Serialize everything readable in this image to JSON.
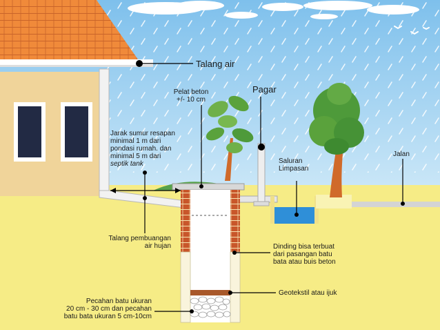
{
  "labels": {
    "talang_air": "Talang air",
    "pelat_beton_l1": "Pelat beton",
    "pelat_beton_l2": "+/- 10 cm",
    "pagar": "Pagar",
    "jarak_l1": "Jarak sumur resapan",
    "jarak_l2": "minimal 1 m dari",
    "jarak_l3": "pondasi rumah. dan",
    "jarak_l4": "minimal 5 m dari",
    "jarak_l5": "septik tank",
    "saluran_l1": "Saluran",
    "saluran_l2": "Limpasan",
    "jalan": "Jalan",
    "talang_pembuangan_l1": "Talang pembuangan",
    "talang_pembuangan_l2": "air hujan",
    "dinding_l1": "Dinding bisa terbuat",
    "dinding_l2": "dari pasangan batu",
    "dinding_l3": "bata atau buis beton",
    "geotekstil": "Geotekstil atau ijuk",
    "pecahan_l1": "Pecahan batu ukuran",
    "pecahan_l2": "20 cm - 30 cm dan pecahan",
    "pecahan_l3": "batu bata ukuran 5 cm-10cm"
  },
  "colors": {
    "sky": "#9fd0ee",
    "ground": "#f6ec86",
    "wall": "#f0d49a",
    "roof": "#f08a3a",
    "brick": "#c8562a",
    "water": "#2f8fd8",
    "tree": "#4e9a3a",
    "trunk": "#d06a2a"
  }
}
